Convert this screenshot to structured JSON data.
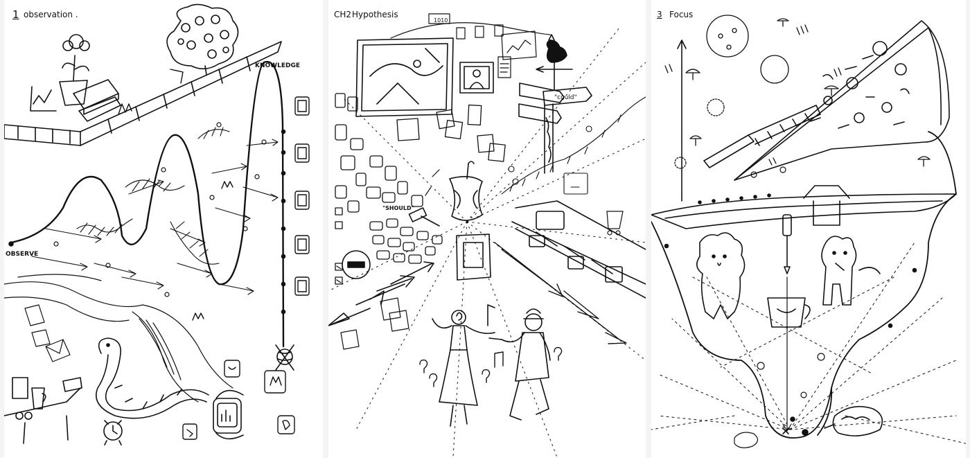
{
  "panels": [
    {
      "number": "1",
      "title": "observation .",
      "labels": {
        "observe": "OBSERVE",
        "knowledge": "KNOWLEDGE"
      }
    },
    {
      "number": "CH2",
      "title": "Hypothesis",
      "labels": {
        "code": "1010",
        "could": "\"could\"",
        "should": "\"SHOULD\""
      }
    },
    {
      "number": "3",
      "title": "Focus",
      "labels": {}
    }
  ],
  "colors": {
    "ink": "#111111",
    "paper": "#ffffff",
    "gutter": "#f4f4f4"
  },
  "icons": [
    "flower-pot-icon",
    "tree-icon",
    "book-stack-icon",
    "snake-icon",
    "alarm-clock-icon",
    "watch-icon",
    "coffee-cup-icon",
    "knitting-icon",
    "map-board-icon",
    "weathervane-icon",
    "signpost-icon",
    "apple-core-icon",
    "stop-sign-icon",
    "dancers-icon",
    "pizza-icon",
    "knife-icon",
    "dog-icon",
    "poodle-icon",
    "walnut-icon",
    "mug-icon"
  ]
}
